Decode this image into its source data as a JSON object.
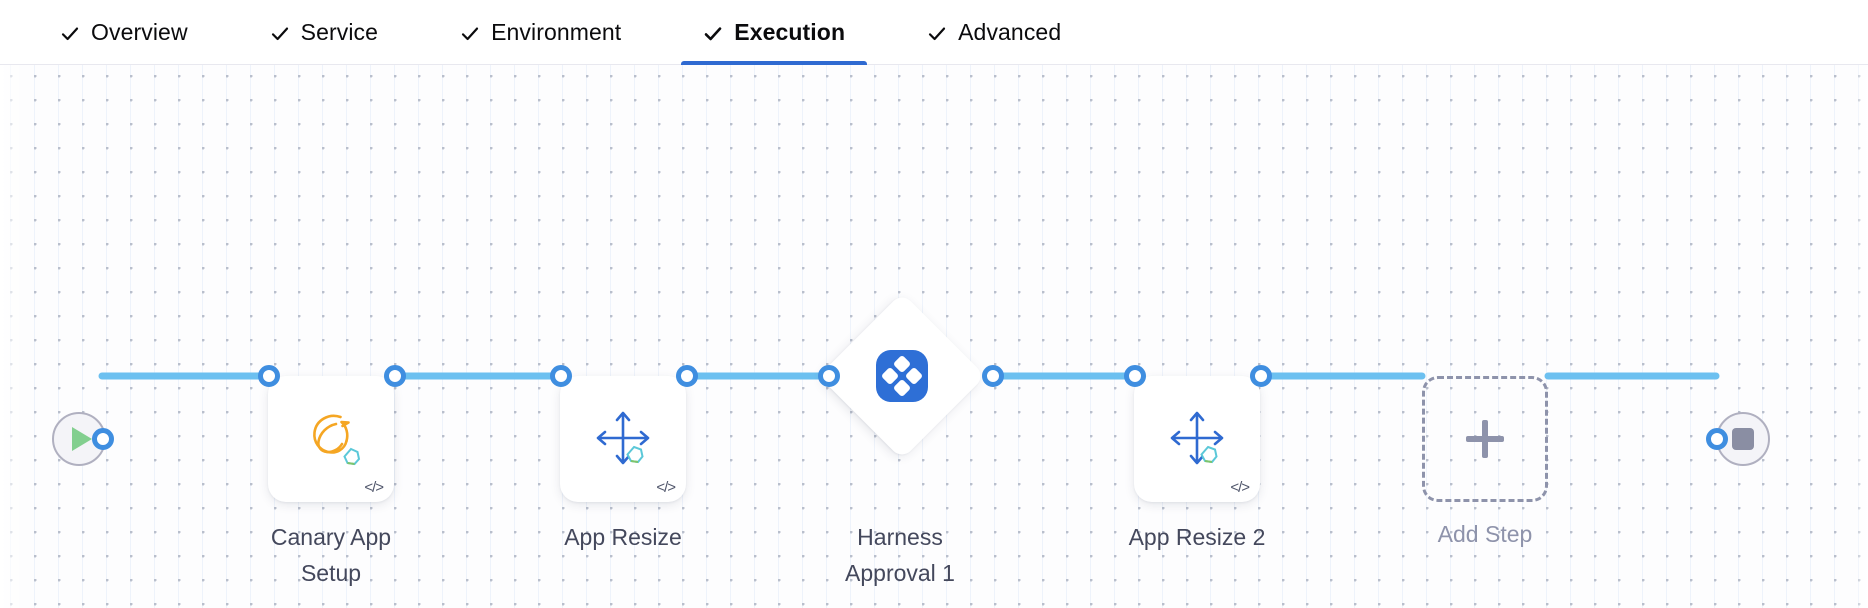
{
  "tabs": [
    {
      "label": "Overview",
      "icon": "check-icon",
      "active": false
    },
    {
      "label": "Service",
      "icon": "check-icon",
      "active": false
    },
    {
      "label": "Environment",
      "icon": "check-icon",
      "active": false
    },
    {
      "label": "Execution",
      "icon": "check-icon",
      "active": true
    },
    {
      "label": "Advanced",
      "icon": "check-icon",
      "active": false
    }
  ],
  "colors": {
    "accent": "#2f6ad1",
    "edge": "#6cc0f0",
    "knob_stroke": "#3f8ee0",
    "label_text": "#44485c",
    "muted_text": "#8e93ab",
    "canary_icon": "#f5a623",
    "resize_icon": "#2f6ad1",
    "approval_icon": "#2e6fd6",
    "start_play": "#82cf8f",
    "stop_square": "#8a8ea3"
  },
  "pipeline": {
    "start": {
      "name": "start-node",
      "icon": "play-icon"
    },
    "end": {
      "name": "end-node",
      "icon": "stop-icon"
    },
    "steps": [
      {
        "label": "Canary App\nSetup",
        "icon": "canary-bird-icon",
        "badge": "</>",
        "type": "card"
      },
      {
        "label": "App Resize",
        "icon": "resize-arrows-icon",
        "badge": "</>",
        "type": "card"
      },
      {
        "label": "Harness\nApproval 1",
        "icon": "harness-approval-icon",
        "badge": "",
        "type": "diamond"
      },
      {
        "label": "App Resize 2",
        "icon": "resize-arrows-icon",
        "badge": "</>",
        "type": "card"
      }
    ],
    "add_step": {
      "label": "Add Step",
      "icon": "plus-icon"
    }
  }
}
